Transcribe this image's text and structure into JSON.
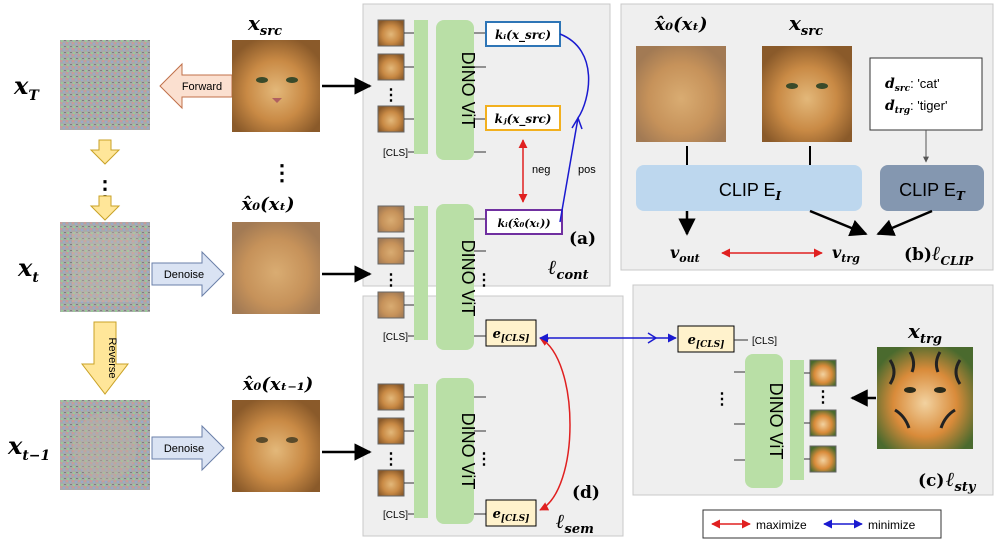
{
  "colors": {
    "panel_bg": "#efefef",
    "panel_border": "#c8c8c8",
    "dino_green": "#b9dfa6",
    "key_blue": "#2e75b6",
    "key_orange": "#f2b01e",
    "key_purple": "#7030a0",
    "cls_fill": "#fff2cc",
    "clip_image": "#bdd7ee",
    "clip_text": "#8497b0",
    "forward_fill": "#fbe0d0",
    "denoise_fill": "#dae3f3",
    "reverse_fill": "#ffe699",
    "maximize": "#e02020",
    "minimize": "#1a1ad0"
  },
  "left": {
    "x_T": "x",
    "x_T_sub": "T",
    "x_t": "x",
    "x_t_sub": "t",
    "x_tm1": "x",
    "x_tm1_sub": "t−1",
    "x_src": "x",
    "x_src_sub": "src",
    "vdots": "⋮",
    "x0_t": "x̂₀(xₜ)",
    "x0_tm1": "x̂₀(xₜ₋₁)",
    "forward": "Forward",
    "denoise1": "Denoise",
    "denoise2": "Denoise",
    "reverse": "Reverse"
  },
  "panel_a": {
    "dino": "DINO ViT",
    "cls": "[CLS]",
    "k_i_src": "kᵢ(x_src)",
    "k_j_src": "kⱼ(x_src)",
    "k_i_x0": "kᵢ(x̂₀(xₜ))",
    "neg": "neg",
    "pos": "pos",
    "tag": "(a)",
    "loss": "ℓ",
    "loss_sub": "cont"
  },
  "panel_b": {
    "x0_label": "x̂₀(xₜ)",
    "x_src": "x",
    "x_src_sub": "src",
    "d_src_key": "d",
    "d_src_sub": "src",
    "d_src_val": ": 'cat'",
    "d_trg_key": "d",
    "d_trg_sub": "trg",
    "d_trg_val": ": 'tiger'",
    "clip_image": "CLIP E",
    "clip_image_sub": "I",
    "clip_text": "CLIP E",
    "clip_text_sub": "T",
    "v_out": "v",
    "v_out_sub": "out",
    "v_trg": "v",
    "v_trg_sub": "trg",
    "tag": "(b)",
    "loss": "ℓ",
    "loss_sub": "CLIP"
  },
  "panel_d": {
    "dino": "DINO ViT",
    "cls": "[CLS]",
    "e_cls": "e",
    "e_cls_sub": "[CLS]",
    "tag": "(d)",
    "loss": "ℓ",
    "loss_sub": "sem"
  },
  "panel_c": {
    "dino": "DINO ViT",
    "cls": "[CLS]",
    "e_cls": "e",
    "e_cls_sub": "[CLS]",
    "x_trg": "x",
    "x_trg_sub": "trg",
    "tag": "(c)",
    "loss": "ℓ",
    "loss_sub": "sty",
    "dots": "⋮"
  },
  "legend": {
    "maximize": "maximize",
    "minimize": "minimize"
  }
}
